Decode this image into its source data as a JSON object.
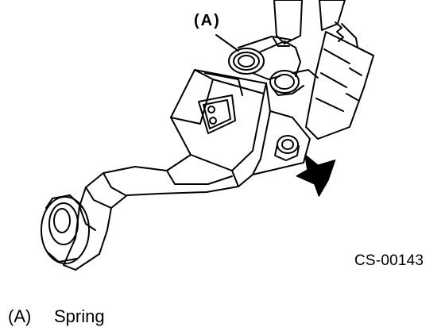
{
  "figure": {
    "callout_label": "(A)",
    "figure_code": "CS-00143"
  },
  "legend": {
    "callout": "(A)",
    "description": "Spring"
  },
  "colors": {
    "ink": "#000000",
    "paper": "#ffffff"
  },
  "icons": [
    "arrow-icon"
  ]
}
